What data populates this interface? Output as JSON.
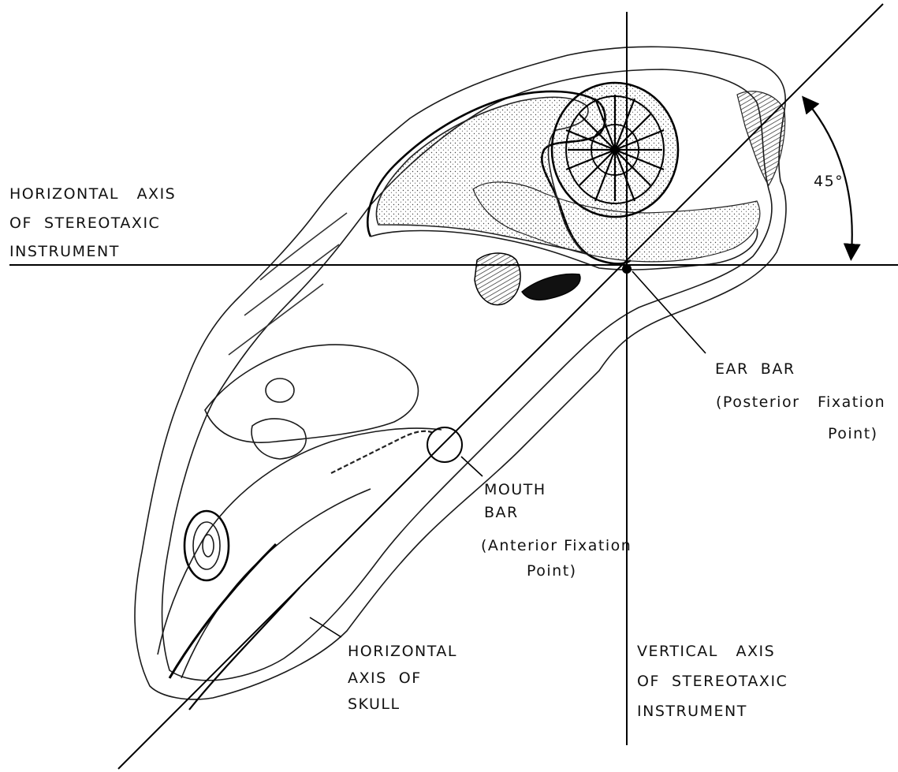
{
  "labels": {
    "horizontal_axis_instrument": [
      "HORIZONTAL   AXIS",
      "OF  STEREOTAXIC",
      "INSTRUMENT"
    ],
    "angle": "45°",
    "ear_bar": [
      "EAR  BAR",
      "(Posterior   Fixation",
      "Point)"
    ],
    "mouth_bar": [
      "MOUTH",
      "BAR",
      "(Anterior Fixation",
      "Point)"
    ],
    "horizontal_axis_skull": [
      "HORIZONTAL",
      "AXIS  OF",
      "SKULL"
    ],
    "vertical_axis_instrument": [
      "VERTICAL   AXIS",
      "OF  STEREOTAXIC",
      "INSTRUMENT"
    ]
  },
  "colors": {
    "line": "#000000",
    "background": "#ffffff"
  }
}
